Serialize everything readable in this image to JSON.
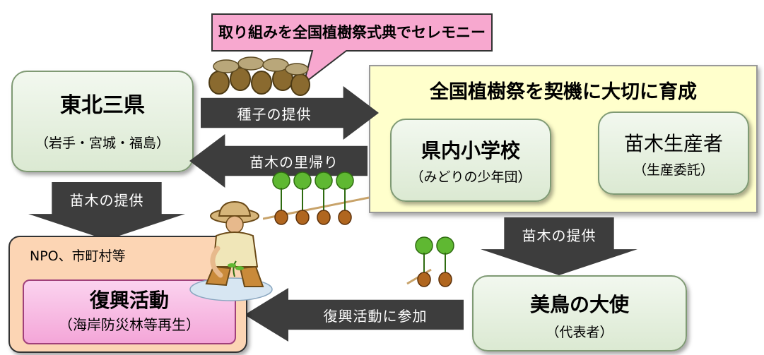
{
  "callout": {
    "text": "取り組みを全国植樹祭式典でセレモニー"
  },
  "tohoku": {
    "title": "東北三県",
    "subtitle": "（岩手・宮城・福島）"
  },
  "arrows": {
    "seed": "種子の提供",
    "return": "苗木の里帰り",
    "supply_left": "苗木の提供",
    "supply_right": "苗木の提供",
    "participate": "復興活動に参加"
  },
  "festival": {
    "title": "全国植樹祭を契機に大切に育成",
    "school": {
      "title": "県内小学校",
      "subtitle": "（みどりの少年団）"
    },
    "producer": {
      "title": "苗木生産者",
      "subtitle": "（生産委託）"
    }
  },
  "npo": {
    "label": "NPO、市町村等",
    "activity_title": "復興活動",
    "activity_subtitle": "（海岸防災林等再生）"
  },
  "ambassador": {
    "title": "美鳥の大使",
    "subtitle": "（代表者）"
  },
  "colors": {
    "callout": "#f7a8cf",
    "festival_bg": "#ffffcc",
    "green_box": "#dbe9d2",
    "npo_bg": "#fcd5b4",
    "activity_bg": "#f4a6d8",
    "arrow": "#3d3d3d"
  }
}
